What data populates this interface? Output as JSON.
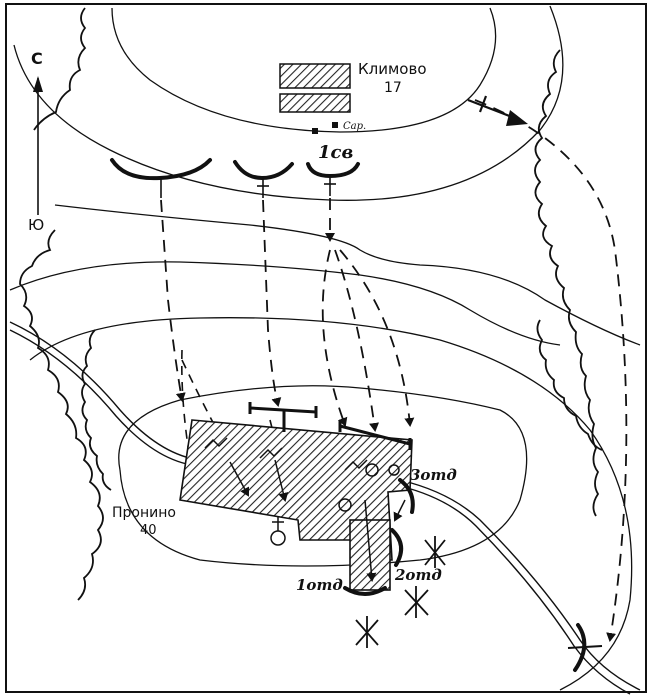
{
  "map": {
    "frame_color": "#111111",
    "paper_color": "#ffffff",
    "hatch_color": "#222222"
  },
  "compass": {
    "north_label": "С",
    "south_label": "Ю"
  },
  "settlements": {
    "klimovo": {
      "name": "Климово",
      "number": "17"
    },
    "pronino": {
      "name": "Пронино",
      "number": "40"
    },
    "barn_label": "Сар."
  },
  "units": {
    "first_sv": "1св",
    "otd1": "1отд",
    "otd2": "2отд",
    "otd3": "3отд"
  }
}
